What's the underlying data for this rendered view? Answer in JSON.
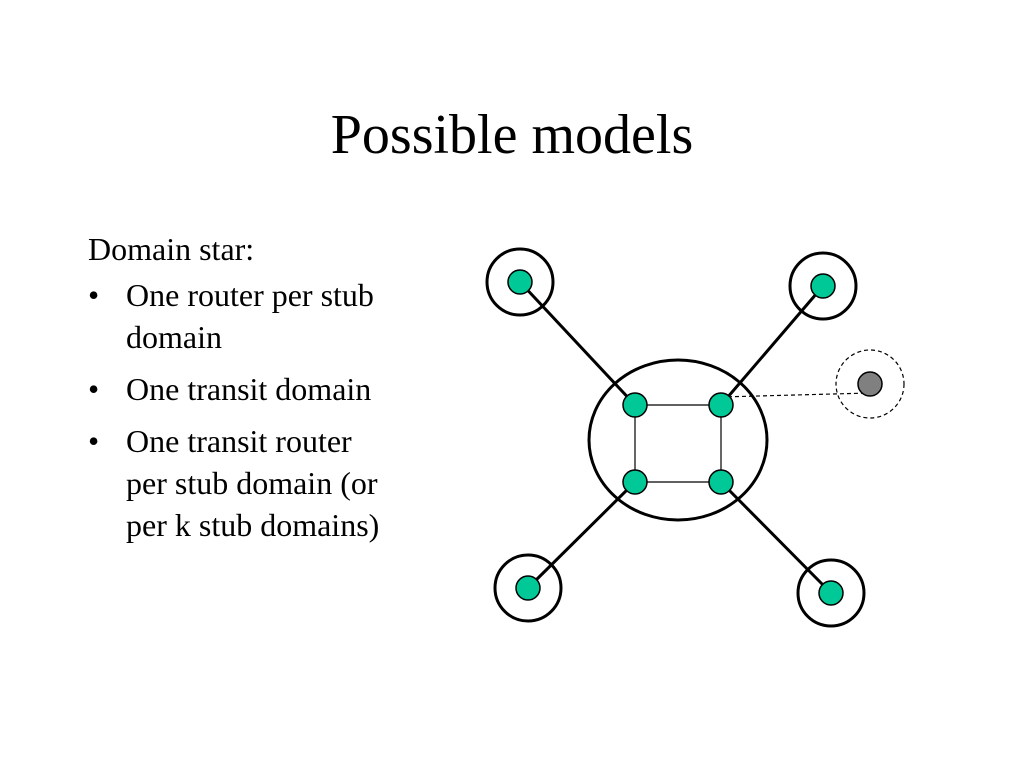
{
  "slide": {
    "title": "Possible models"
  },
  "content": {
    "intro": "Domain star:",
    "bullet_mark": "•",
    "bullets": [
      "One router per stub domain",
      "One transit domain",
      "One transit router per stub domain (or per k stub domains)"
    ]
  },
  "diagram": {
    "colors": {
      "router_fill": "#00c896",
      "pending_router_fill": "#808080",
      "stroke": "#000000"
    },
    "transit_domain": {
      "router_count": 4
    },
    "stub_domains": [
      {
        "id": "top-left",
        "routers": 1
      },
      {
        "id": "top-right",
        "routers": 1
      },
      {
        "id": "bottom-left",
        "routers": 1
      },
      {
        "id": "bottom-right",
        "routers": 1
      }
    ],
    "pending_stub_domain": {
      "style": "dashed",
      "routers": 1
    }
  }
}
